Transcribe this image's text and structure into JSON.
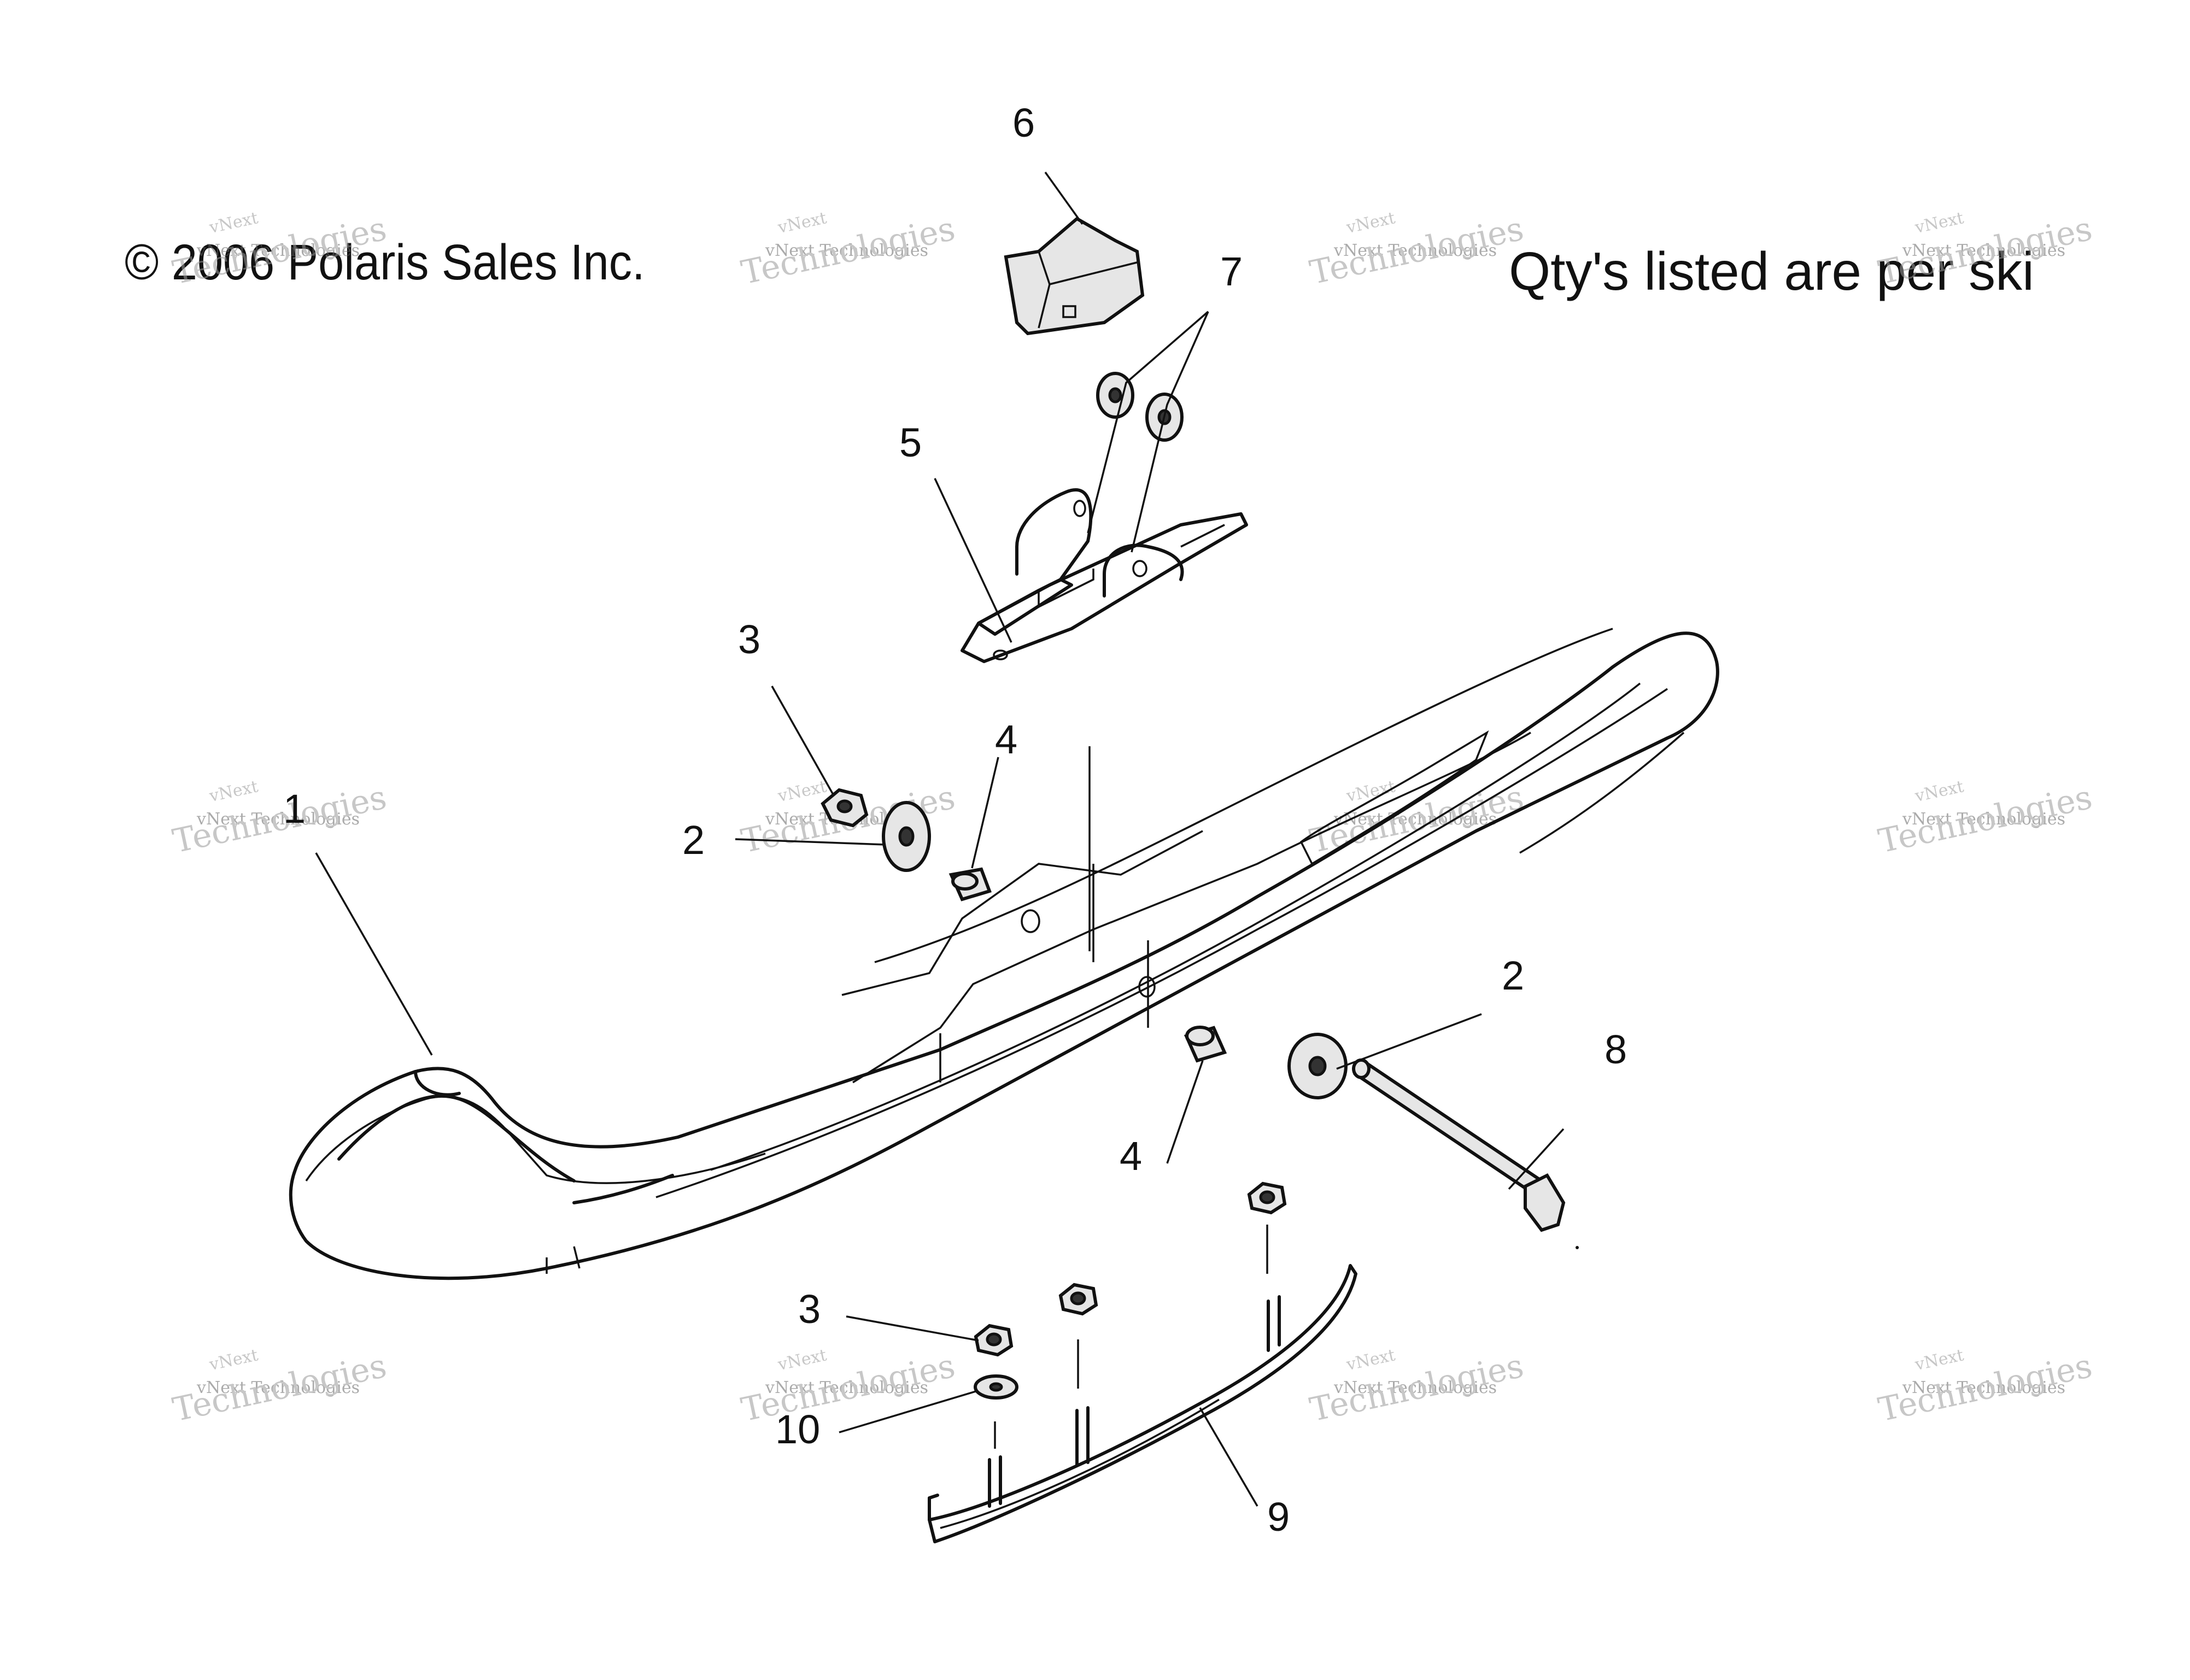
{
  "header": {
    "copyright": "© 2006 Polaris Sales Inc.",
    "qty_note": "Qty's listed are per ski"
  },
  "watermark": {
    "line1": "vNext",
    "line2": "vNext Technologies",
    "line3": "Technologies"
  },
  "callouts": {
    "c1": "1",
    "c2a": "2",
    "c2b": "2",
    "c3a": "3",
    "c3b": "3",
    "c4a": "4",
    "c4b": "4",
    "c5": "5",
    "c6": "6",
    "c7": "7",
    "c8": "8",
    "c9": "9",
    "c10": "10"
  }
}
